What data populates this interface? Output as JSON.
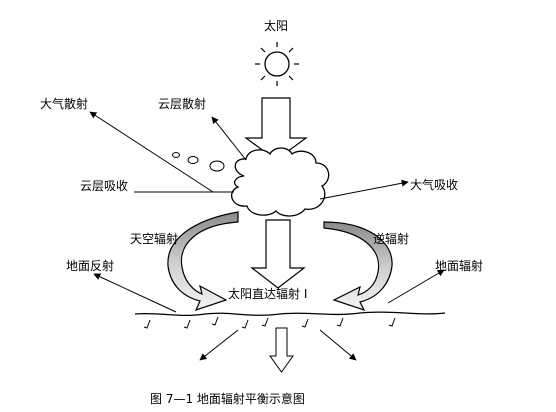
{
  "labels": {
    "sun": "太阳",
    "atmos_scatter": "大气散射",
    "cloud_scatter": "云层散射",
    "cloud_absorb": "云层吸收",
    "atmos_absorb": "大气吸收",
    "sky_radiation": "天空辐射",
    "back_radiation": "逆辐射",
    "ground_reflect": "地面反射",
    "ground_radiation": "地面辐射",
    "direct_solar": "太阳直达辐射 I"
  },
  "caption": "图 7—1    地面辐射平衡示意图"
}
